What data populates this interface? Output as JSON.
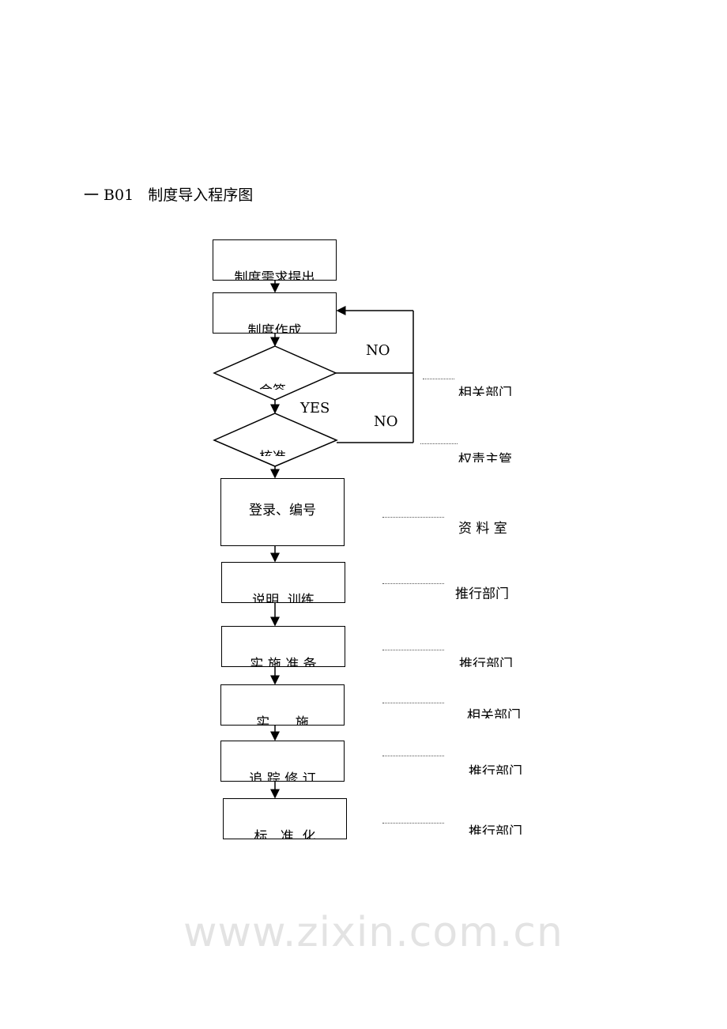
{
  "title": "一 B01   制度导入程序图",
  "watermark": "www.zixin.com.cn",
  "steps": [
    {
      "label": "制度需求提出"
    },
    {
      "label": "制度作成"
    },
    {
      "label": "会签",
      "type": "decision"
    },
    {
      "label": "核准",
      "type": "decision"
    },
    {
      "label": "登录、编号"
    },
    {
      "label": "说明  训练"
    },
    {
      "label": "实 施 准 备"
    },
    {
      "label": "实      施"
    },
    {
      "label": "追 踪 修 订"
    },
    {
      "label": "标   准  化"
    }
  ],
  "branches": {
    "no1": "NO",
    "no2": "NO",
    "yes": "YES"
  },
  "departments": [
    "相关部门",
    "权责主管",
    "资 料 室",
    "推行部门",
    "推行部门",
    "相关部门",
    "推行部门",
    "推行部门"
  ]
}
